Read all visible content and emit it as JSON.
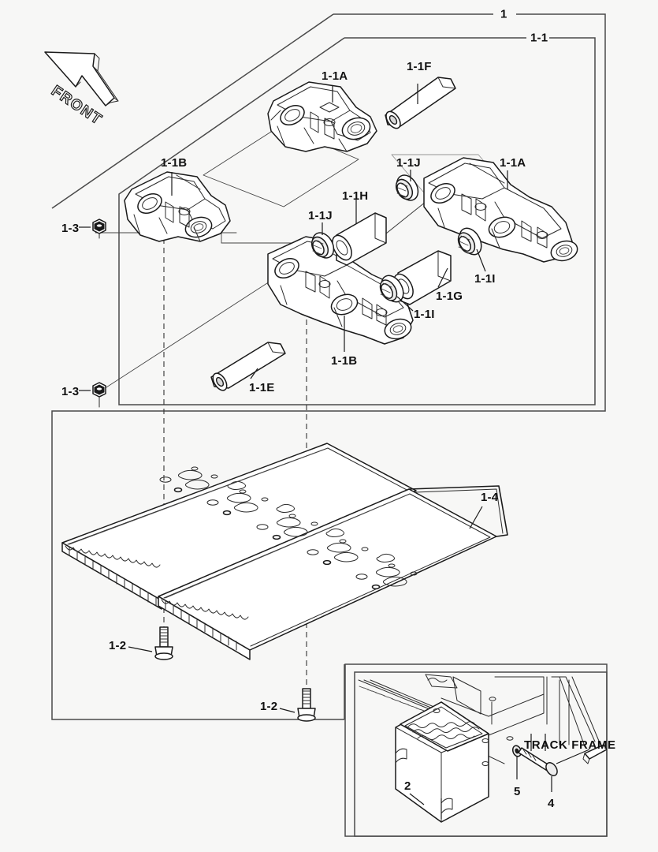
{
  "diagram": {
    "title_orientation_marker": "FRONT",
    "inset_note": "TRACK FRAME",
    "labels": {
      "group_main": "1",
      "group_chain": "1-1",
      "link_a": "1-1A",
      "link_a2": "1-1A",
      "link_b": "1-1B",
      "link_b2": "1-1B",
      "pin_e": "1-1E",
      "pin_f": "1-1F",
      "bushing_g": "1-1G",
      "bushing_h": "1-1H",
      "seal_i1": "1-1I",
      "seal_i2": "1-1I",
      "seal_j1": "1-1J",
      "seal_j2": "1-1J",
      "shoe": "1-4",
      "bolt_1_2_a": "1-2",
      "bolt_1_2_b": "1-2",
      "nut_1_3_a": "1-3",
      "nut_1_3_b": "1-3",
      "guard": "2",
      "bolt_4": "4",
      "washer_5": "5"
    },
    "colors": {
      "line": "#1a1a1a",
      "thin_line": "#3a3a3a",
      "fill_light": "#ffffff",
      "fill_shade": "#e9e9e9",
      "background": "#f7f7f6"
    }
  }
}
